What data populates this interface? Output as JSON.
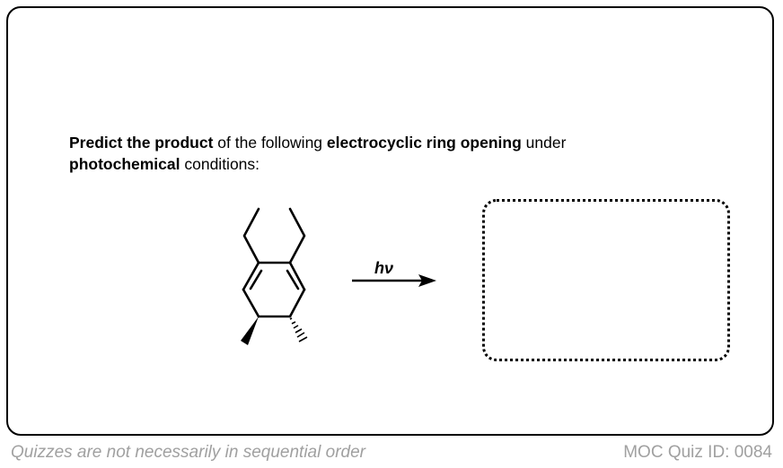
{
  "question": {
    "part1_bold": "Predict the product",
    "part2": " of the following ",
    "part3_bold": "electrocyclic ring opening",
    "part4": " under ",
    "part5_bold": "photochemical",
    "part6": " conditions:"
  },
  "reaction": {
    "condition_label": "hν"
  },
  "footer": {
    "note": "Quizzes are not necessarily in sequential order",
    "quiz_id": "MOC Quiz ID: 0084"
  }
}
